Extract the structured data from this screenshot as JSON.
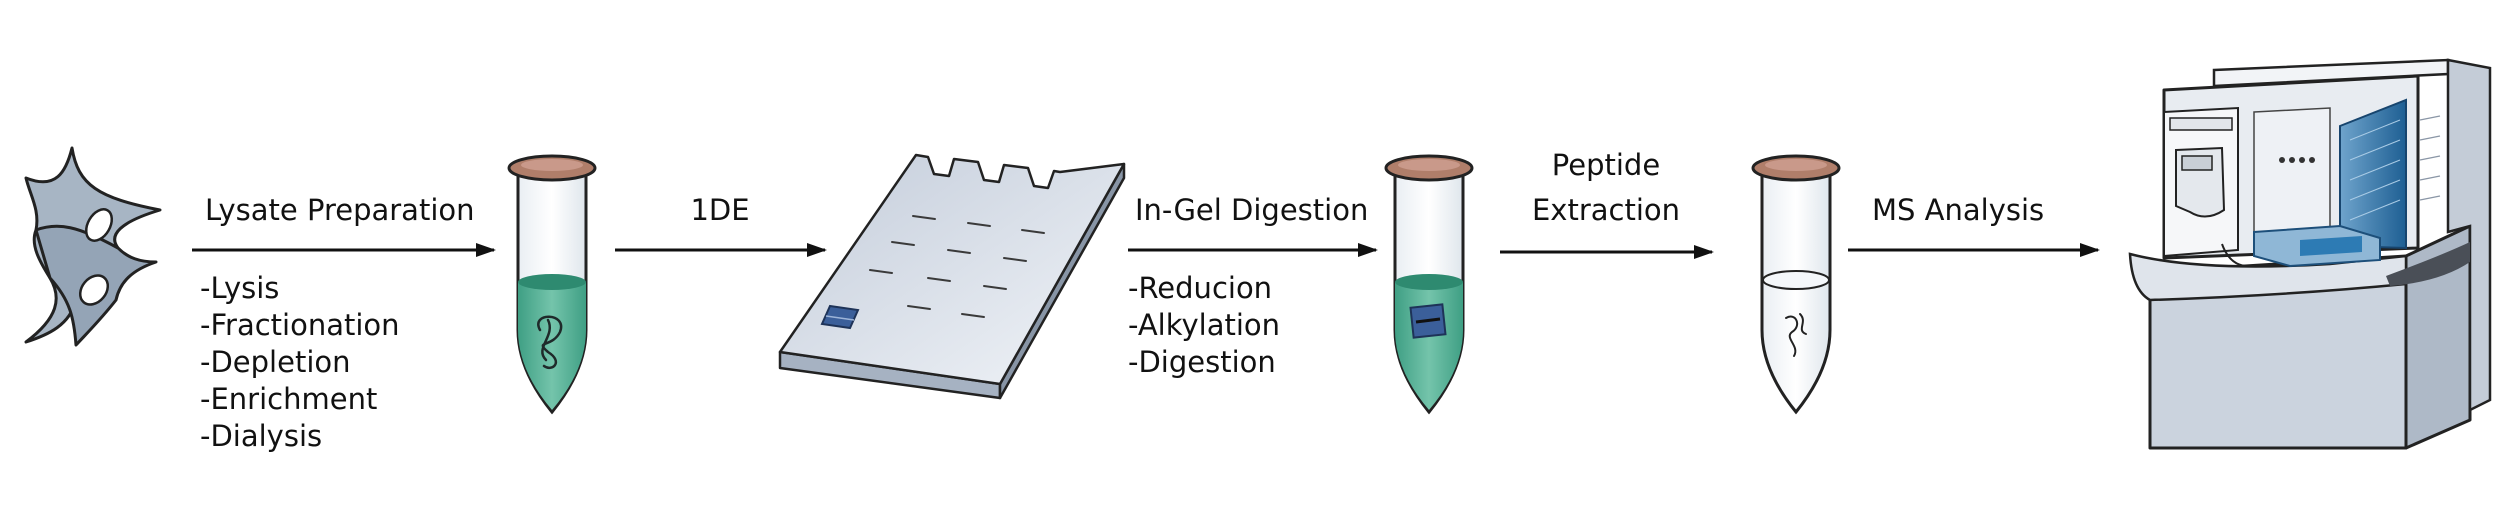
{
  "steps": [
    {
      "title": "Lysate Preparation",
      "items": [
        "-Lysis",
        "-Fractionation",
        "-Depletion",
        "-Enrichment",
        "-Dialysis"
      ]
    },
    {
      "title": "1DE",
      "items": []
    },
    {
      "title": "In-Gel Digestion",
      "items": [
        "-Reducion",
        "-Alkylation",
        "-Digestion"
      ]
    },
    {
      "title_lines": [
        "Peptide",
        "Extraction"
      ],
      "items": []
    },
    {
      "title": "MS Analysis",
      "items": []
    }
  ],
  "colors": {
    "cell": "#a7b5c4",
    "tube_cap": "#b07e6a",
    "liquid": "#4fae93",
    "gel": "#dde3ec",
    "band_highlight": "#3b5f9a",
    "instrument": "#d7dde6",
    "instrument_accent": "#2d7bb4",
    "arrow": "#111111"
  },
  "icons": [
    "cells-icon",
    "tube-lysate-icon",
    "gel-icon",
    "tube-gel-piece-icon",
    "tube-peptide-icon",
    "mass-spectrometer-icon"
  ]
}
